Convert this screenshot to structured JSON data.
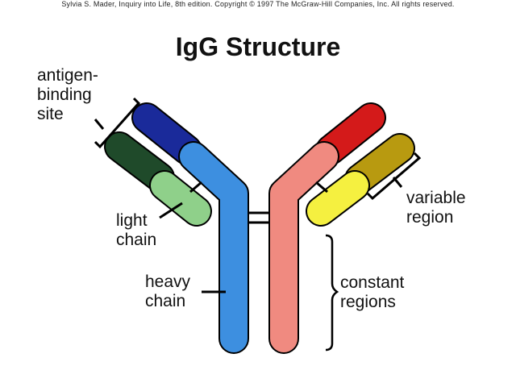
{
  "copyright": "Sylvia S. Mader, Inquiry into Life, 8th edition. Copyright © 1997 The McGraw-Hill Companies, Inc. All rights reserved.",
  "title": "IgG Structure",
  "labels": {
    "antigen_binding_site": [
      "antigen-",
      "binding",
      "site"
    ],
    "light_chain": [
      "light",
      "chain"
    ],
    "heavy_chain": [
      "heavy",
      "chain"
    ],
    "variable_region": [
      "variable",
      "region"
    ],
    "constant_regions": [
      "constant",
      "regions"
    ]
  },
  "colors": {
    "left_heavy_variable": "#1a2a9a",
    "left_heavy_constant": "#3d8fe0",
    "left_light_variable": "#1f4a2a",
    "left_light_constant": "#8fd08a",
    "right_heavy_variable": "#d41a1a",
    "right_heavy_constant": "#f08a80",
    "right_light_variable": "#b89a10",
    "right_light_constant": "#f5f040"
  }
}
